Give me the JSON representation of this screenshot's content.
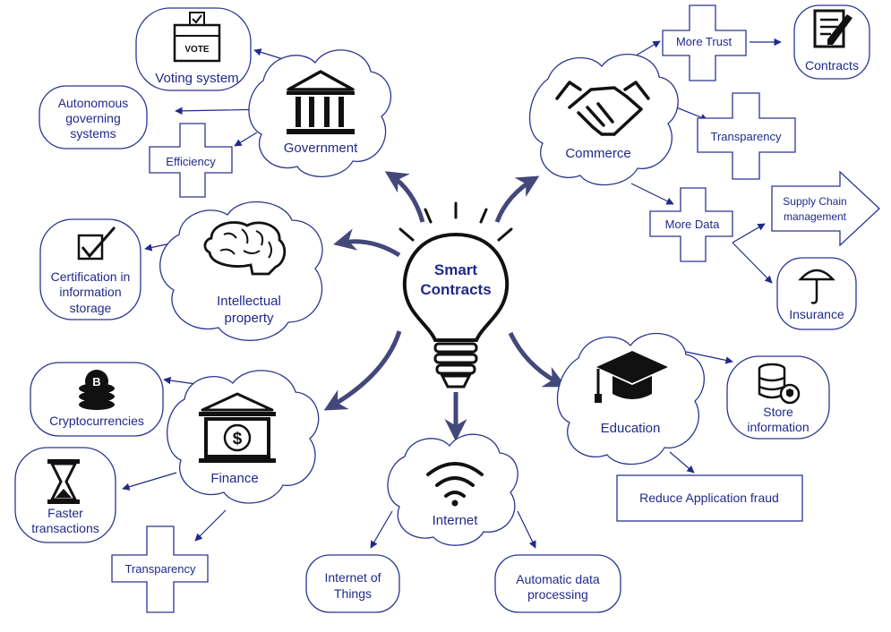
{
  "center": {
    "line1": "Smart",
    "line2": "Contracts"
  },
  "hubs": {
    "government": "Government",
    "commerce": "Commerce",
    "intellectual": {
      "line1": "Intellectual",
      "line2": "property"
    },
    "finance": "Finance",
    "education": "Education",
    "internet": "Internet"
  },
  "government_leaves": {
    "voting": "Voting system",
    "vote_box_label": "VOTE",
    "autonomous": {
      "line1": "Autonomous",
      "line2": "governing",
      "line3": "systems"
    },
    "efficiency": "Efficiency"
  },
  "commerce_leaves": {
    "more_trust": "More Trust",
    "contracts": "Contracts",
    "transparency": "Transparency",
    "more_data": "More Data",
    "supply_chain": {
      "line1": "Supply Chain",
      "line2": "management"
    },
    "insurance": "Insurance"
  },
  "intellectual_leaves": {
    "certification": {
      "line1": "Certification in",
      "line2": "information",
      "line3": "storage"
    }
  },
  "finance_leaves": {
    "crypto": "Cryptocurrencies",
    "faster": {
      "line1": "Faster",
      "line2": "transactions"
    },
    "transparency": "Transparency"
  },
  "education_leaves": {
    "store": {
      "line1": "Store",
      "line2": "information"
    },
    "fraud": "Reduce Application fraud"
  },
  "internet_leaves": {
    "iot": {
      "line1": "Internet of",
      "line2": "Things"
    },
    "auto": {
      "line1": "Automatic data",
      "line2": "processing"
    }
  },
  "colors": {
    "text": "#1f2a8a",
    "arrow": "#44477a",
    "stroke": "#2b3590"
  }
}
